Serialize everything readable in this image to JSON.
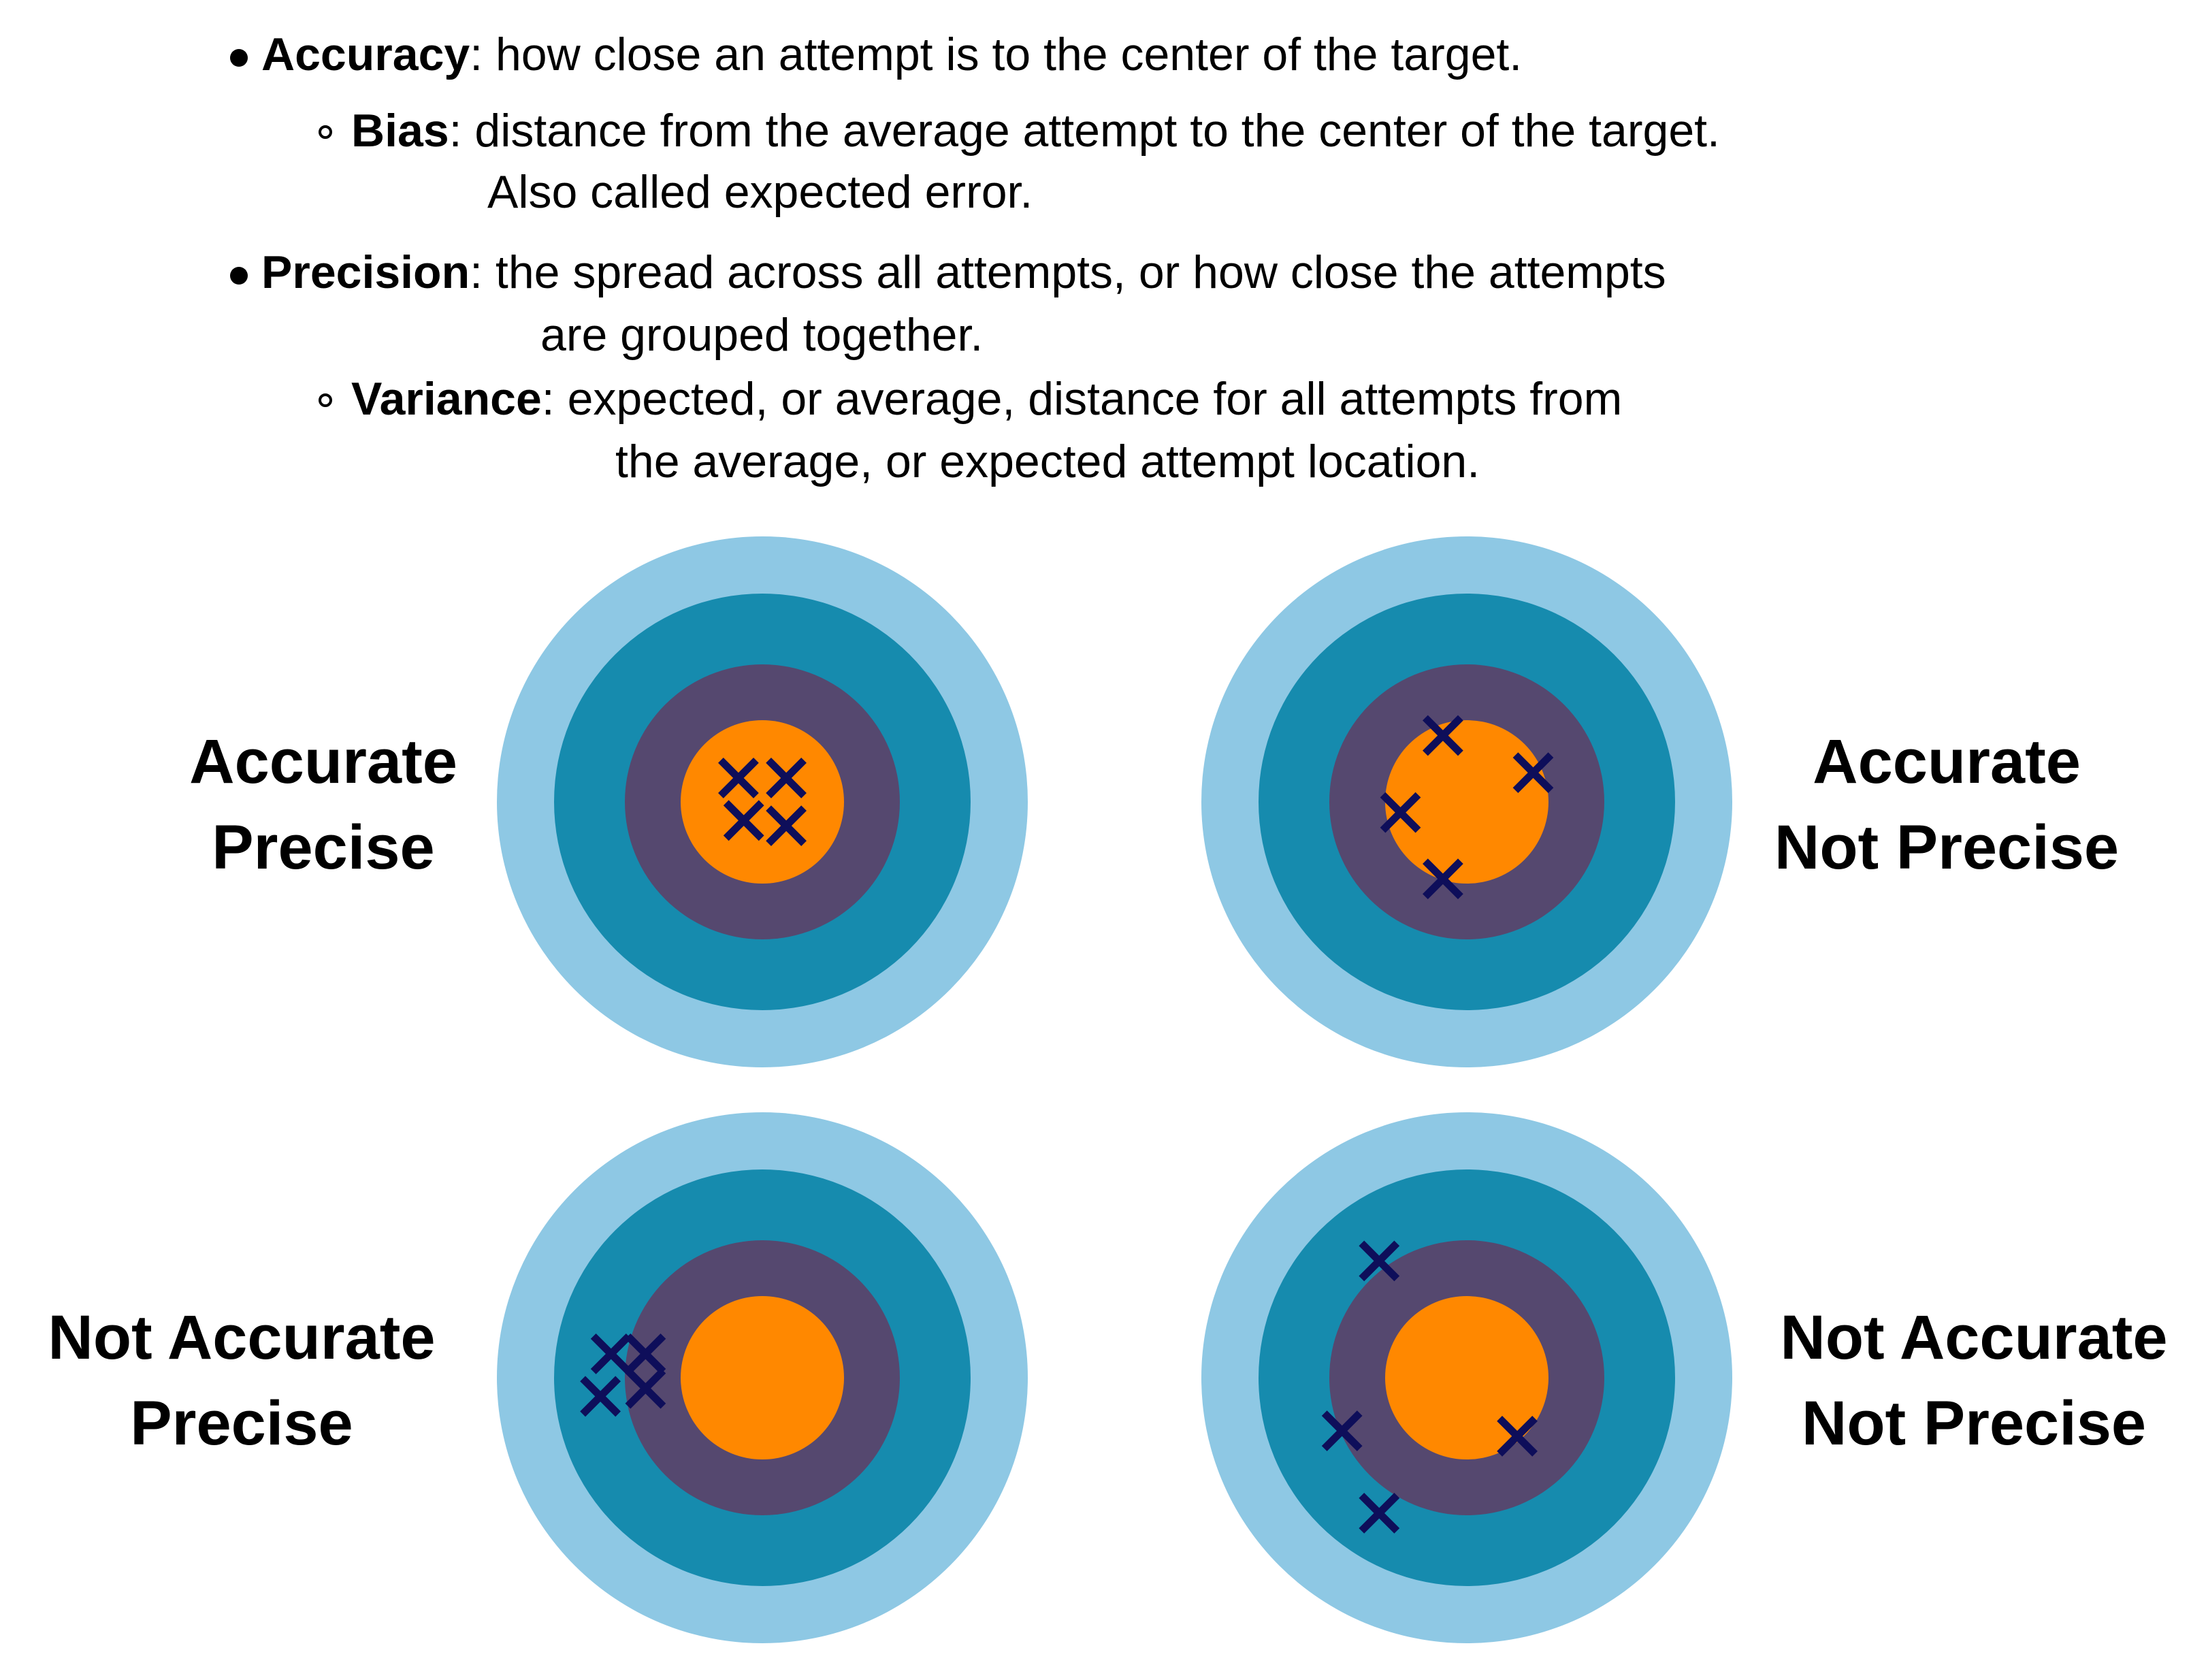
{
  "definitions": {
    "accuracy": {
      "term": "Accuracy",
      "text": ": how close an attempt is to the center of the target."
    },
    "bias": {
      "term": "Bias",
      "text": ": distance from the average attempt to the center of the target.",
      "cont": "Also called expected error."
    },
    "precision": {
      "term": "Precision",
      "text": ": the spread across all attempts, or how close the attempts",
      "cont": "are grouped together."
    },
    "variance": {
      "term": "Variance",
      "text": ": expected, or average, distance for all attempts from",
      "cont": "the average, or expected attempt location."
    }
  },
  "colors": {
    "outer_ring": "#8ec8e4",
    "middle_ring": "#168bae",
    "inner_ring": "#55486f",
    "bullseye": "#ff8800",
    "mark": "#0e0e5a"
  },
  "quadrants": [
    {
      "label_line1": "Accurate",
      "label_line2": "Precise",
      "label_side": "left",
      "hits": [
        [
          -0.09,
          0.09
        ],
        [
          0.09,
          0.09
        ],
        [
          -0.07,
          -0.07
        ],
        [
          0.09,
          -0.09
        ]
      ]
    },
    {
      "label_line1": "Accurate",
      "label_line2": "Not Precise",
      "label_side": "right",
      "hits": [
        [
          -0.09,
          0.25
        ],
        [
          0.25,
          0.11
        ],
        [
          -0.25,
          -0.04
        ],
        [
          -0.09,
          -0.29
        ]
      ]
    },
    {
      "label_line1": "Not Accurate",
      "label_line2": "Precise",
      "label_side": "left",
      "hits": [
        [
          -0.57,
          0.09
        ],
        [
          -0.44,
          0.09
        ],
        [
          -0.44,
          -0.04
        ],
        [
          -0.61,
          -0.07
        ]
      ]
    },
    {
      "label_line1": "Not Accurate",
      "label_line2": "Not Precise",
      "label_side": "right",
      "hits": [
        [
          -0.33,
          0.44
        ],
        [
          -0.47,
          -0.2
        ],
        [
          0.19,
          -0.22
        ],
        [
          -0.33,
          -0.51
        ]
      ]
    }
  ]
}
